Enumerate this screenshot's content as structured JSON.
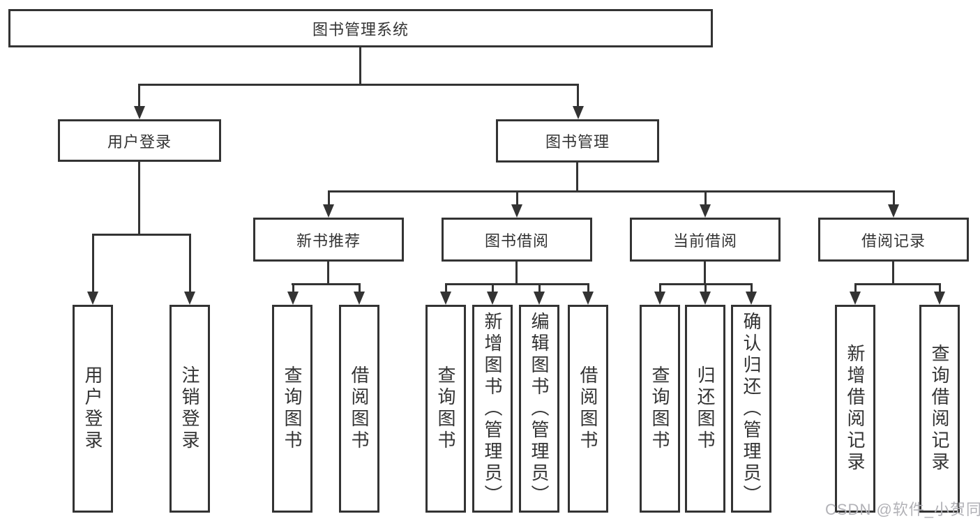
{
  "diagram": {
    "type": "tree",
    "colors": {
      "line": "#333333",
      "box_background": "#ffffff",
      "text": "#333333",
      "watermark": "#b2b2b7"
    },
    "root": {
      "label": "图书管理系统"
    },
    "branches": [
      {
        "label": "用户登录",
        "children": [
          {
            "label": "用户登录"
          },
          {
            "label": "注销登录"
          }
        ]
      },
      {
        "label": "图书管理",
        "children": [
          {
            "label": "新书推荐",
            "children": [
              {
                "label": "查询图书"
              },
              {
                "label": "借阅图书"
              }
            ]
          },
          {
            "label": "图书借阅",
            "children": [
              {
                "label": "查询图书"
              },
              {
                "label": "新增图书（管理员）"
              },
              {
                "label": "编辑图书（管理员）"
              },
              {
                "label": "借阅图书"
              }
            ]
          },
          {
            "label": "当前借阅",
            "children": [
              {
                "label": "查询图书"
              },
              {
                "label": "归还图书"
              },
              {
                "label": "确认归还（管理员）"
              }
            ]
          },
          {
            "label": "借阅记录",
            "children": [
              {
                "label": "新增借阅记录"
              },
              {
                "label": "查询借阅记录"
              }
            ]
          }
        ]
      }
    ],
    "watermark": "CSDN @软件_小贺同学"
  }
}
